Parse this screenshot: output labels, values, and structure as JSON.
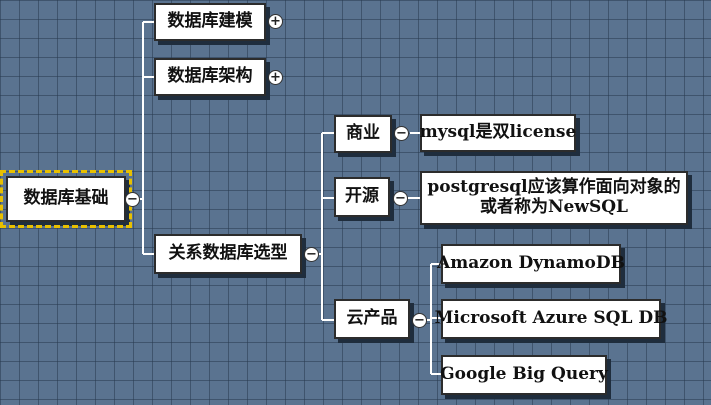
{
  "root": {
    "label": "数据库基础",
    "toggle": "−"
  },
  "branches": {
    "modeling": {
      "label": "数据库建模",
      "toggle": "+"
    },
    "architecture": {
      "label": "数据库架构",
      "toggle": "+"
    },
    "relational": {
      "label": "关系数据库选型",
      "toggle": "−",
      "commercial": {
        "label": "商业",
        "toggle": "−",
        "leaf": "mysql是双license"
      },
      "opensource": {
        "label": "开源",
        "toggle": "−",
        "leaf_line1": "postgresql应该算作面向对象的",
        "leaf_line2": "或者称为NewSQL"
      },
      "cloud": {
        "label": "云产品",
        "toggle": "−",
        "products": [
          "Amazon DynamoDB",
          "Microsoft Azure SQL DB",
          "Google Big Query"
        ]
      }
    }
  },
  "colors": {
    "background": "#5a7390",
    "grid": "#3a5068",
    "line": "#ffffff",
    "root_highlight": "#e8c000",
    "node_fill": "#ffffff",
    "node_border": "#2c2c2c"
  }
}
